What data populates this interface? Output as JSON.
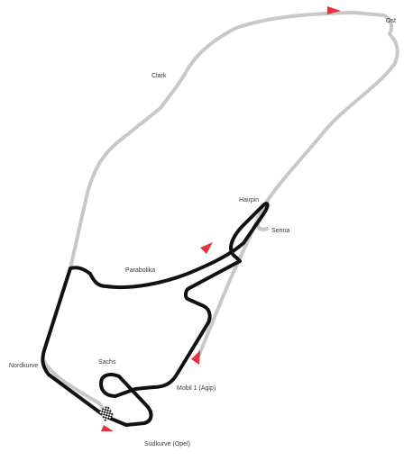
{
  "diagram": {
    "colors": {
      "current_layout": "#111111",
      "old_layout": "#c8c8c8",
      "direction_arrow": "#e3343e",
      "label_text": "#3a3a3a",
      "background": "#ffffff"
    },
    "corner_labels": {
      "ost": "Ost",
      "clark": "Clark",
      "hairpin": "Hairpin",
      "senna": "Senna",
      "parabolika": "Parabolika",
      "nordkurve": "Nordkurve",
      "sachs": "Sachs",
      "mobil": "Mobil 1 (Agip)",
      "suedkurve": "Südkurve (Opel)"
    },
    "icons": {
      "direction_arrow": "direction-arrow-icon",
      "start_finish": "checkered-flag-icon"
    }
  }
}
